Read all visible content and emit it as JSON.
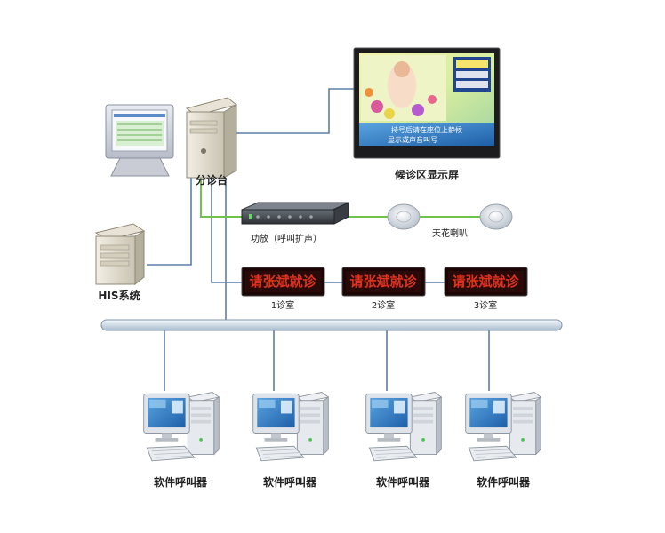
{
  "labels": {
    "triage_desk": "分诊台",
    "his_system": "HIS系统",
    "waiting_display": "候诊区显示屏",
    "amplifier": "功放（呼叫扩声）",
    "ceiling_speaker": "天花喇叭",
    "room_1": "1诊室",
    "room_2": "2诊室",
    "room_3": "3诊室",
    "caller_1": "软件呼叫器",
    "caller_2": "软件呼叫器",
    "caller_3": "软件呼叫器",
    "caller_4": "软件呼叫器"
  },
  "led_panels": {
    "panel_1_text": "请张斌就诊",
    "panel_2_text": "请张斌就诊",
    "panel_3_text": "请张斌就诊"
  },
  "display_screen": {
    "ticker_line_1": "持号后请在座位上静候",
    "ticker_line_2": "显示或声音叫号"
  },
  "colors": {
    "network_line": "#5a7fa8",
    "audio_line": "#6fc24a",
    "led_red": "#e0321e",
    "led_bg": "#2a0a08",
    "bus": "#dfe9f2"
  }
}
